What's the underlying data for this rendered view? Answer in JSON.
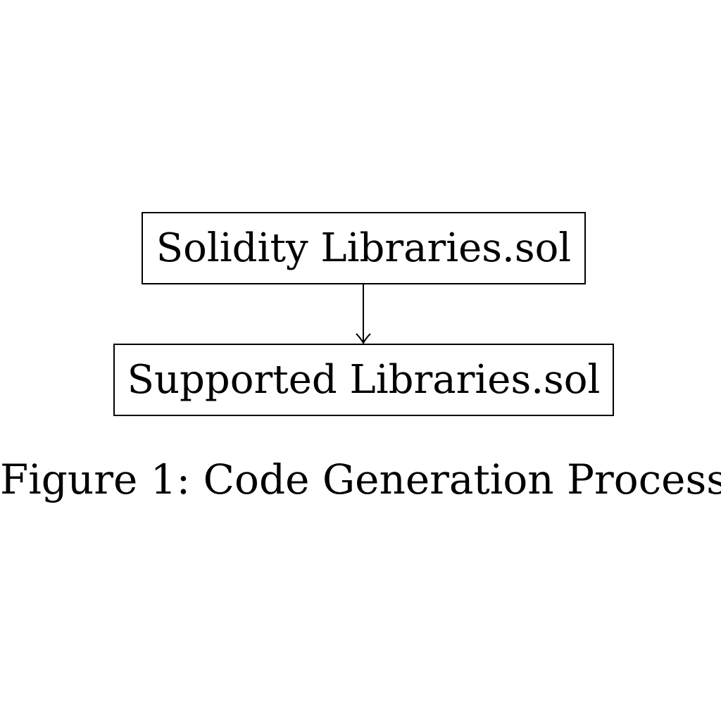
{
  "diagram": {
    "nodes": [
      {
        "id": "solidity",
        "label": "Solidity Libraries.sol"
      },
      {
        "id": "supported",
        "label": "Supported Libraries.sol"
      }
    ],
    "edges": [
      {
        "from": "solidity",
        "to": "supported",
        "label": ""
      }
    ],
    "caption": "Figure 1: Code Generation Process"
  }
}
